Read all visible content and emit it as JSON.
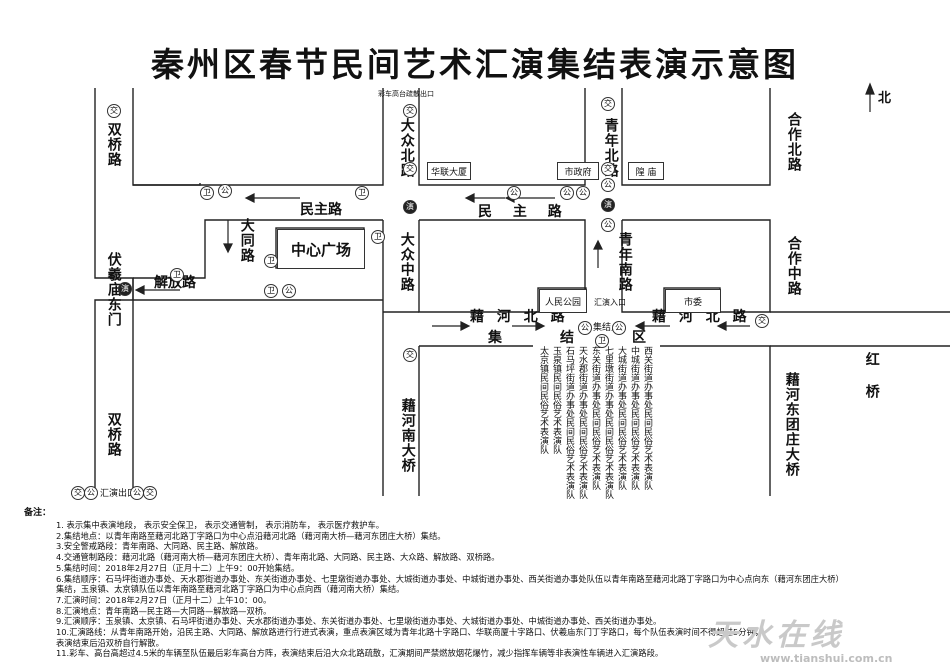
{
  "title": "秦州区春节民间艺术汇演集结表演示意图",
  "north": "北",
  "roads": {
    "shuangqiao_n": "双桥路",
    "shuangqiao_s": "双桥路",
    "fuximiao": "伏羲庙东门",
    "jiefang": "解放路",
    "datong": "大同路",
    "minzhu_w": "民主路",
    "minzhu_e": "民 主 路",
    "dazhong_n": "大众北路",
    "dazhong_m": "大众中路",
    "qingnian_n": "青年北路",
    "qingnian_s": "青年南路",
    "hezuo_n": "合作北路",
    "hezuo_m": "合作中路",
    "jihe_w": "藉 河 北 路",
    "jihe_e": "藉 河 北 路",
    "jihe_nanqiao": "藉河南大桥",
    "jihe_dong": "藉河东团庄大桥",
    "hongqiao": "红 桥",
    "assembly_area": "集结区",
    "assembly_point": "集结点"
  },
  "places": {
    "zhongxin": "中心广场",
    "hualian": "华联大厦",
    "shizhengfu": "市政府",
    "longmiao": "隍 庙",
    "renmin": "人民公园",
    "shiwei": "市委",
    "huiyan_in": "汇演入口",
    "huiyan_out": "汇演出口",
    "caiche": "彩车高台疏散出口"
  },
  "marks": {
    "jiao": "交",
    "gong": "公",
    "yan": "演",
    "wei": "卫"
  },
  "troupes": [
    "西关街道办事处民间民俗艺术表演队",
    "中城街道办事处民间民俗艺术表演队",
    "大城街道办事处民间民俗艺术表演队",
    "七里墩街道办事处民间民俗艺术表演队",
    "东关街道办事处民间民俗艺术表演队",
    "天水郡街道办事处民间民俗艺术表演队",
    "石马坪街道办事处民间民俗艺术表演队",
    "玉泉镇民间民俗艺术表演队",
    "太京镇民间民俗艺术表演队"
  ],
  "notes_heading": "备注：",
  "notes": [
    "1.   表示集中表演地段，  表示安全保卫，  表示交通管制，  表示消防车，  表示医疗救护车。",
    "2.集结地点：以青年南路至藉河北路丁字路口为中心点沿藉河北路（藉河南大桥—藉河东团庄大桥）集结。",
    "3.安全警戒路段：青年南路、大同路、民主路、解放路。",
    "4.交通管制路段：藉河北路（藉河南大桥—藉河东团庄大桥）、青年南北路、大同路、民主路、大众路、解放路、双桥路。",
    "5.集结时间：2018年2月27日（正月十二）上午9：00开始集结。",
    "6.集结顺序：石马坪街道办事处、天水郡街道办事处、东关街道办事处、七里墩街道办事处、大城街道办事处、中城街道办事处、西关街道办事处队伍以青年南路至藉河北路丁字路口为中心点向东（藉河东团庄大桥）",
    "              集结，玉泉镇、太京镇队伍以青年南路至藉河北路丁字路口为中心点向西（藉河南大桥）集结。",
    "7.汇演时间：2018年2月27日（正月十二）上午10：00。",
    "8.汇演地点：青年南路—民主路—大同路—解放路—双桥。",
    "9.汇演顺序：玉泉镇、太京镇、石马坪街道办事处、天水郡街道办事处、东关街道办事处、七里墩街道办事处、大城街道办事处、中城街道办事处、西关街道办事处。",
    "10.汇演路线：从青年南路开始，沿民主路、大同路、解放路进行行进式表演，重点表演区域为青年北路十字路口、华联商厦十字路口、伏羲庙东门丁字路口，每个队伍表演时间不得超过5分钟，",
    "              表演结束后沿双桥自行解散。",
    "11.彩车、高台高超过4.5米的车辆至队伍最后彩车高台方阵，表演结束后沿大众北路疏散，汇演期间严禁燃放烟花爆竹，减少指挥车辆等非表演性车辆进入汇演路段。"
  ],
  "watermark": "天水在线",
  "url": "www.tianshui.com.cn"
}
